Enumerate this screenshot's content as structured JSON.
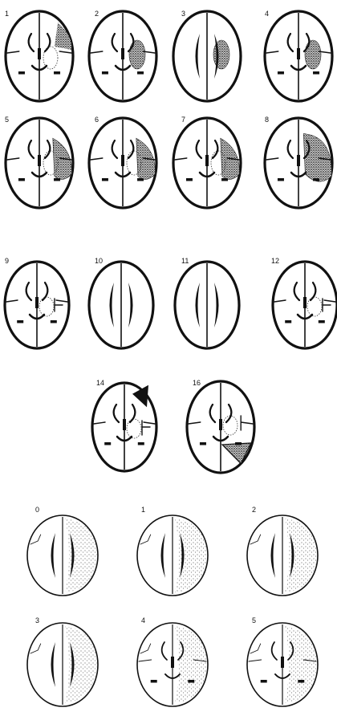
{
  "panels": [
    {
      "name": "panel-a",
      "slices": [
        {
          "label": "1",
          "type": "basal",
          "lesion": "small-dotted"
        },
        {
          "label": "2",
          "type": "basal",
          "lesion": "dense"
        },
        {
          "label": "3",
          "type": "ventricular",
          "lesion": "dense"
        },
        {
          "label": "4",
          "type": "basal",
          "lesion": "dense"
        },
        {
          "label": "5",
          "type": "basal",
          "lesion": "large-dense"
        },
        {
          "label": "6",
          "type": "basal",
          "lesion": "large-dense"
        },
        {
          "label": "7",
          "type": "basal",
          "lesion": "large-dense"
        },
        {
          "label": "8",
          "type": "basal",
          "lesion": "xlarge-dense"
        }
      ]
    },
    {
      "name": "panel-b",
      "slices": [
        {
          "label": "9",
          "type": "basal",
          "lesion": "dotted"
        },
        {
          "label": "10",
          "type": "ventricular",
          "lesion": "none"
        },
        {
          "label": "11",
          "type": "ventricular",
          "lesion": "none"
        },
        {
          "label": "12",
          "type": "basal",
          "lesion": "dotted"
        },
        {
          "label": "14",
          "type": "basal",
          "lesion": "wedge"
        },
        {
          "label": "16",
          "type": "basal",
          "lesion": "posterior-wedge"
        }
      ]
    },
    {
      "name": "panel-c",
      "slices": [
        {
          "label": "0",
          "type": "ventricular",
          "lesion": "dotted-hemisphere"
        },
        {
          "label": "1",
          "type": "ventricular",
          "lesion": "dotted-hemisphere"
        },
        {
          "label": "2",
          "type": "ventricular",
          "lesion": "dotted-hemisphere"
        },
        {
          "label": "3",
          "type": "ventricular",
          "lesion": "dotted-hemisphere"
        },
        {
          "label": "4",
          "type": "basal",
          "lesion": "dotted-hemisphere"
        },
        {
          "label": "5",
          "type": "basal",
          "lesion": "dotted-hemisphere"
        }
      ]
    }
  ],
  "colors": {
    "ink": "#111111",
    "paper": "#ffffff",
    "lesion": "#555555"
  }
}
